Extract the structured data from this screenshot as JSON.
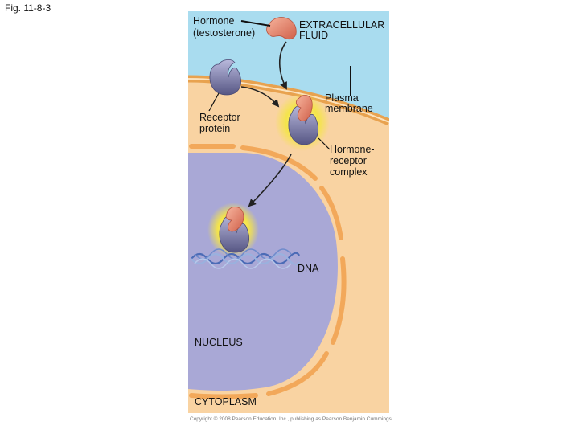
{
  "figure_label": "Fig. 11-8-3",
  "labels": {
    "hormone": [
      "Hormone",
      "(testosterone)"
    ],
    "extracellular": [
      "EXTRACELLULAR",
      "FLUID"
    ],
    "plasma_membrane": [
      "Plasma",
      "membrane"
    ],
    "receptor": [
      "Receptor",
      "protein"
    ],
    "complex": [
      "Hormone-",
      "receptor",
      "complex"
    ],
    "dna": "DNA",
    "nucleus": "NUCLEUS",
    "cytoplasm": "CYTOPLASM"
  },
  "copyright": "Copyright © 2008 Pearson Education, Inc., publishing as Pearson Benjamin Cummings.",
  "colors": {
    "extracellular": "#a9dcef",
    "cytoplasm": "#f9d3a2",
    "membrane": "#e8a24f",
    "nucleus": "#a9a8d6",
    "nuclear_envelope": "#f2a85a",
    "hormone": "#e8836a",
    "receptor": "#7b7ba8",
    "glow": "#f4e44a",
    "dna_a": "#4b6bb6",
    "dna_b": "#9ab1de"
  }
}
